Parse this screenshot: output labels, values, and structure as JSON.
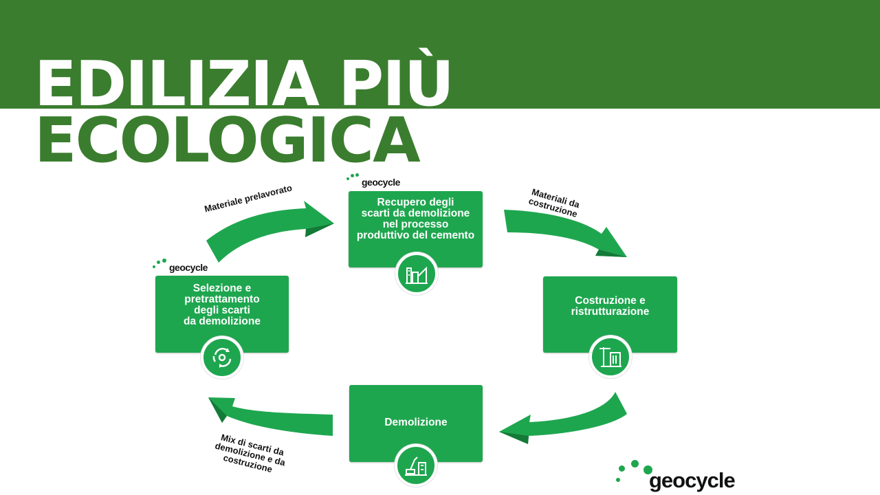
{
  "title": {
    "line1": "EDILIZIA PIÙ",
    "line2": "ECOLOGICA"
  },
  "colors": {
    "band": "#3a7d2e",
    "box": "#1ea64f",
    "arrow": "#1ea64f",
    "arrow_dark": "#147a38"
  },
  "diagram": {
    "nodes": {
      "recupero": {
        "label": "Recupero degli\nscarti da demolizione\nnel processo\nproduttivo del cemento",
        "icon": "cement-plant-icon"
      },
      "costruzione": {
        "label": "Costruzione e\nristrutturazione",
        "icon": "crane-building-icon"
      },
      "demolizione": {
        "label": "Demolizione",
        "icon": "excavator-demolition-icon"
      },
      "selezione": {
        "label": "Selezione e\npretrattamento\ndegli scarti\nda demolizione",
        "icon": "recycle-gear-icon"
      }
    },
    "edges": {
      "prelavorato": {
        "label": "Materiale prelavorato"
      },
      "materiali": {
        "label": "Materiali da\ncostruzione"
      },
      "mix": {
        "label": "Mix di scarti da\ndemolizione e da\ncostruzione"
      }
    }
  },
  "brand": {
    "logo_text": "geocycle",
    "logo_small_1": "geocycle",
    "logo_small_2": "geocycle"
  }
}
